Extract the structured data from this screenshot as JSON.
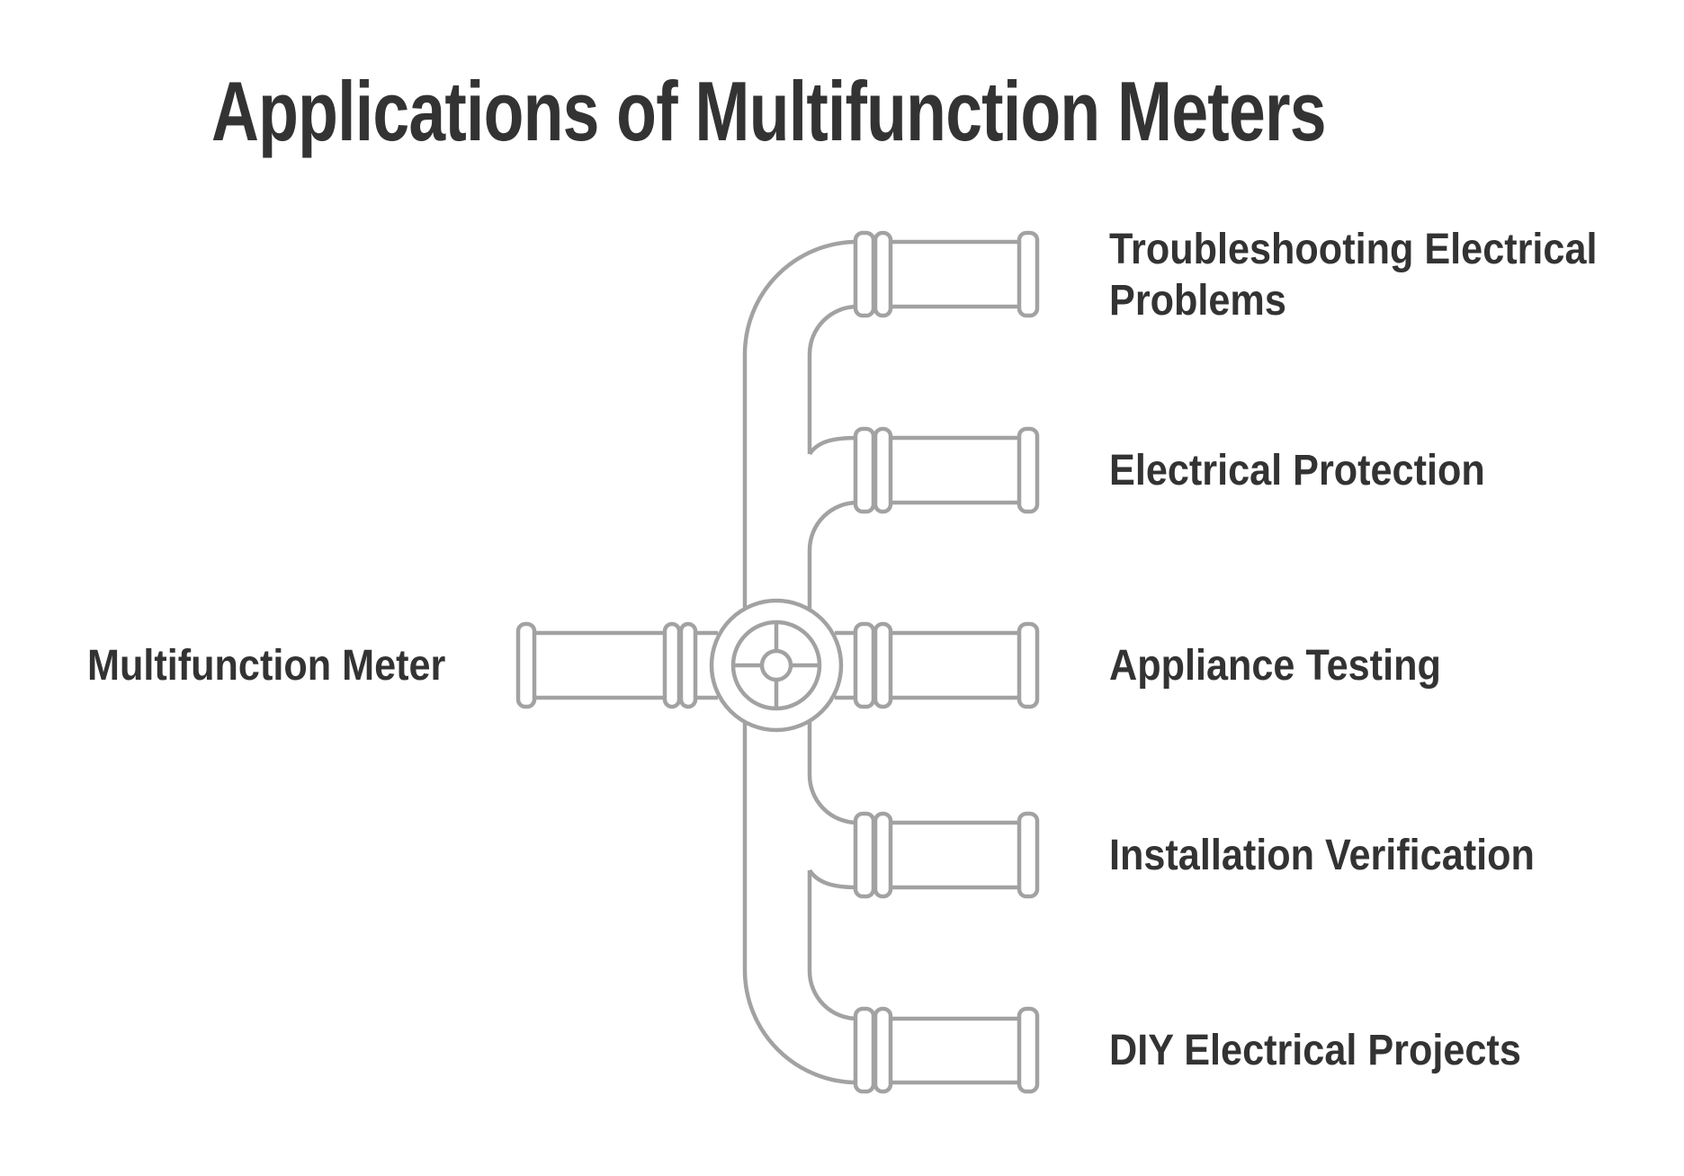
{
  "title": "Applications of Multifunction Meters",
  "colors": {
    "text": "#333333",
    "pipe_stroke": "#a2a2a2",
    "background": "#ffffff"
  },
  "diagram": {
    "source_label": "Multifunction Meter",
    "branch_labels": [
      "Troubleshooting Electrical Problems",
      "Electrical Protection",
      "Appliance Testing",
      "Installation Verification",
      "DIY Electrical Projects"
    ]
  }
}
